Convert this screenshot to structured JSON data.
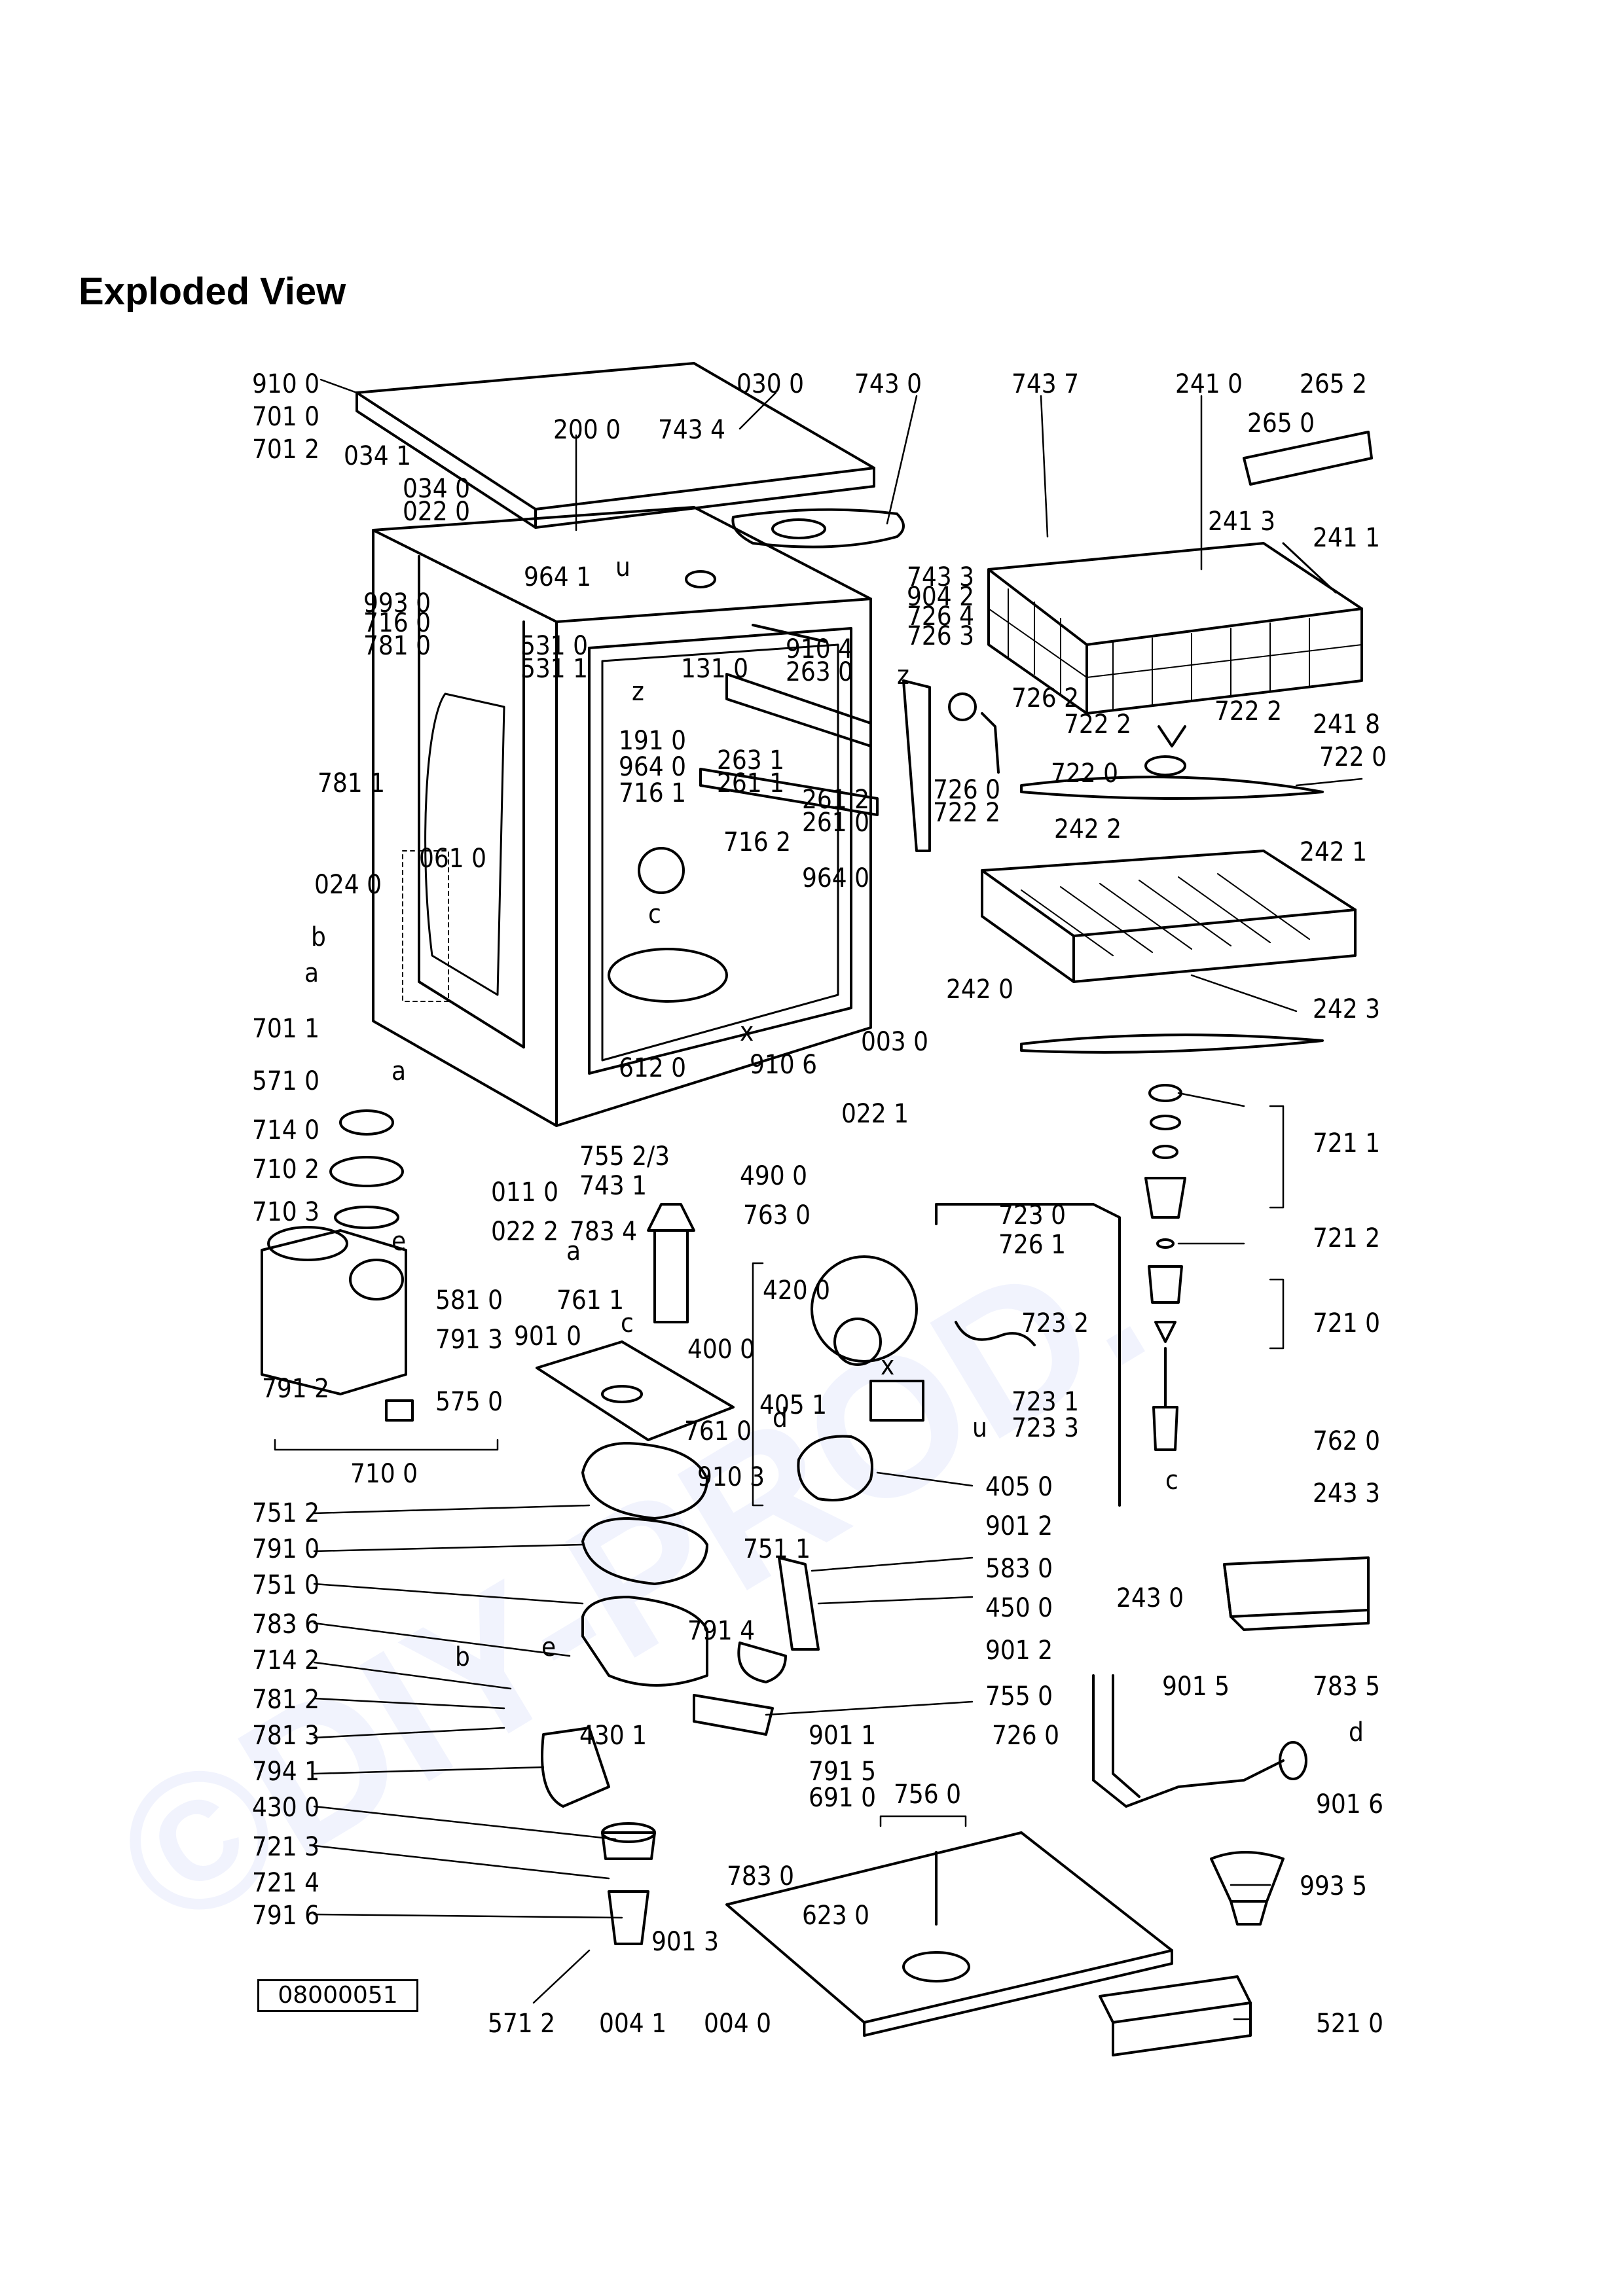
{
  "title": "Exploded View",
  "drawing_number": "08000051",
  "watermark": "©DIY-PROD.",
  "colors": {
    "ink": "#000000",
    "watermark": "#3c50dc"
  },
  "labels": [
    {
      "id": "l-910-0",
      "text": "910 0"
    },
    {
      "id": "l-701-0",
      "text": "701 0"
    },
    {
      "id": "l-034-1",
      "text": "034 1"
    },
    {
      "id": "l-701-2",
      "text": "701 2"
    },
    {
      "id": "l-030-0",
      "text": "030 0"
    },
    {
      "id": "l-743-0",
      "text": "743 0"
    },
    {
      "id": "l-743-7",
      "text": "743 7"
    },
    {
      "id": "l-241-0",
      "text": "241 0"
    },
    {
      "id": "l-265-2",
      "text": "265 2"
    },
    {
      "id": "l-200-0",
      "text": "200 0"
    },
    {
      "id": "l-743-4",
      "text": "743 4"
    },
    {
      "id": "l-265-0",
      "text": "265 0"
    },
    {
      "id": "l-034-0",
      "text": "034 0"
    },
    {
      "id": "l-022-0",
      "text": "022 0"
    },
    {
      "id": "l-241-3",
      "text": "241 3"
    },
    {
      "id": "l-241-1",
      "text": "241 1"
    },
    {
      "id": "l-743-3",
      "text": "743 3"
    },
    {
      "id": "l-964-1",
      "text": "964 1"
    },
    {
      "id": "l-904-2",
      "text": "904 2"
    },
    {
      "id": "l-993-0",
      "text": "993 0"
    },
    {
      "id": "l-726-4",
      "text": "726 4"
    },
    {
      "id": "l-716-0",
      "text": "716 0"
    },
    {
      "id": "l-726-3",
      "text": "726 3"
    },
    {
      "id": "l-781-0",
      "text": "781 0"
    },
    {
      "id": "l-531-0",
      "text": "531 0"
    },
    {
      "id": "l-910-4",
      "text": "910 4"
    },
    {
      "id": "l-131-0",
      "text": "131 0"
    },
    {
      "id": "l-531-1",
      "text": "531 1"
    },
    {
      "id": "l-263-0",
      "text": "263 0"
    },
    {
      "id": "l-726-2",
      "text": "726 2"
    },
    {
      "id": "l-722-2a",
      "text": "722 2"
    },
    {
      "id": "l-722-2b",
      "text": "722 2"
    },
    {
      "id": "l-241-8",
      "text": "241 8"
    },
    {
      "id": "l-781-1",
      "text": "781 1"
    },
    {
      "id": "l-191-0",
      "text": "191 0"
    },
    {
      "id": "l-263-1",
      "text": "263 1"
    },
    {
      "id": "l-722-0a",
      "text": "722 0"
    },
    {
      "id": "l-722-0b",
      "text": "722 0"
    },
    {
      "id": "l-964-0a",
      "text": "964 0"
    },
    {
      "id": "l-261-1",
      "text": "261 1"
    },
    {
      "id": "l-716-1",
      "text": "716 1"
    },
    {
      "id": "l-261-2",
      "text": "261 2"
    },
    {
      "id": "l-726-0a",
      "text": "726 0"
    },
    {
      "id": "l-261-0",
      "text": "261 0"
    },
    {
      "id": "l-722-2c",
      "text": "722 2"
    },
    {
      "id": "l-716-2",
      "text": "716 2"
    },
    {
      "id": "l-242-2",
      "text": "242 2"
    },
    {
      "id": "l-242-1",
      "text": "242 1"
    },
    {
      "id": "l-061-0",
      "text": "061 0"
    },
    {
      "id": "l-024-0",
      "text": "024 0"
    },
    {
      "id": "l-964-0b",
      "text": "964 0"
    },
    {
      "id": "l-242-0",
      "text": "242 0"
    },
    {
      "id": "l-242-3",
      "text": "242 3"
    },
    {
      "id": "l-701-1",
      "text": "701 1"
    },
    {
      "id": "l-003-0",
      "text": "003 0"
    },
    {
      "id": "l-571-0",
      "text": "571 0"
    },
    {
      "id": "l-612-0",
      "text": "612 0"
    },
    {
      "id": "l-910-6",
      "text": "910 6"
    },
    {
      "id": "l-022-1",
      "text": "022 1"
    },
    {
      "id": "l-714-0",
      "text": "714 0"
    },
    {
      "id": "l-721-1",
      "text": "721 1"
    },
    {
      "id": "l-755-23",
      "text": "755 2/3"
    },
    {
      "id": "l-710-2",
      "text": "710 2"
    },
    {
      "id": "l-011-0",
      "text": "011 0"
    },
    {
      "id": "l-743-1",
      "text": "743 1"
    },
    {
      "id": "l-490-0",
      "text": "490 0"
    },
    {
      "id": "l-710-3",
      "text": "710 3"
    },
    {
      "id": "l-022-2",
      "text": "022 2"
    },
    {
      "id": "l-783-4",
      "text": "783 4"
    },
    {
      "id": "l-763-0",
      "text": "763 0"
    },
    {
      "id": "l-723-0",
      "text": "723 0"
    },
    {
      "id": "l-721-2",
      "text": "721 2"
    },
    {
      "id": "l-726-1",
      "text": "726 1"
    },
    {
      "id": "l-761-1",
      "text": "761 1"
    },
    {
      "id": "l-420-0",
      "text": "420 0"
    },
    {
      "id": "l-581-0",
      "text": "581 0"
    },
    {
      "id": "l-901-0",
      "text": "901 0"
    },
    {
      "id": "l-723-2",
      "text": "723 2"
    },
    {
      "id": "l-721-0",
      "text": "721 0"
    },
    {
      "id": "l-791-3",
      "text": "791 3"
    },
    {
      "id": "l-400-0",
      "text": "400 0"
    },
    {
      "id": "l-791-2",
      "text": "791 2"
    },
    {
      "id": "l-575-0",
      "text": "575 0"
    },
    {
      "id": "l-723-1",
      "text": "723 1"
    },
    {
      "id": "l-405-1",
      "text": "405 1"
    },
    {
      "id": "l-723-3",
      "text": "723 3"
    },
    {
      "id": "l-761-0",
      "text": "761 0"
    },
    {
      "id": "l-762-0",
      "text": "762 0"
    },
    {
      "id": "l-710-0",
      "text": "710 0"
    },
    {
      "id": "l-910-3",
      "text": "910 3"
    },
    {
      "id": "l-405-0",
      "text": "405 0"
    },
    {
      "id": "l-243-3",
      "text": "243 3"
    },
    {
      "id": "l-751-2",
      "text": "751 2"
    },
    {
      "id": "l-901-2a",
      "text": "901 2"
    },
    {
      "id": "l-751-1",
      "text": "751 1"
    },
    {
      "id": "l-791-0",
      "text": "791 0"
    },
    {
      "id": "l-583-0",
      "text": "583 0"
    },
    {
      "id": "l-243-0",
      "text": "243 0"
    },
    {
      "id": "l-751-0",
      "text": "751 0"
    },
    {
      "id": "l-450-0",
      "text": "450 0"
    },
    {
      "id": "l-783-6",
      "text": "783 6"
    },
    {
      "id": "l-791-4",
      "text": "791 4"
    },
    {
      "id": "l-714-2",
      "text": "714 2"
    },
    {
      "id": "l-901-2b",
      "text": "901 2"
    },
    {
      "id": "l-901-5",
      "text": "901 5"
    },
    {
      "id": "l-783-5",
      "text": "783 5"
    },
    {
      "id": "l-781-2",
      "text": "781 2"
    },
    {
      "id": "l-755-0",
      "text": "755 0"
    },
    {
      "id": "l-781-3",
      "text": "781 3"
    },
    {
      "id": "l-430-1",
      "text": "430 1"
    },
    {
      "id": "l-901-1",
      "text": "901 1"
    },
    {
      "id": "l-726-0b",
      "text": "726 0"
    },
    {
      "id": "l-794-1",
      "text": "794 1"
    },
    {
      "id": "l-791-5",
      "text": "791 5"
    },
    {
      "id": "l-430-0",
      "text": "430 0"
    },
    {
      "id": "l-691-0",
      "text": "691 0"
    },
    {
      "id": "l-901-6",
      "text": "901 6"
    },
    {
      "id": "l-721-3",
      "text": "721 3"
    },
    {
      "id": "l-756-0",
      "text": "756 0"
    },
    {
      "id": "l-721-4",
      "text": "721 4"
    },
    {
      "id": "l-783-0",
      "text": "783 0"
    },
    {
      "id": "l-993-5",
      "text": "993 5"
    },
    {
      "id": "l-791-6",
      "text": "791 6"
    },
    {
      "id": "l-623-0",
      "text": "623 0"
    },
    {
      "id": "l-901-3",
      "text": "901 3"
    },
    {
      "id": "l-571-2",
      "text": "571 2"
    },
    {
      "id": "l-004-1",
      "text": "004 1"
    },
    {
      "id": "l-004-0",
      "text": "004 0"
    },
    {
      "id": "l-521-0",
      "text": "521 0"
    }
  ],
  "letters": [
    {
      "id": "k-u1",
      "text": "u"
    },
    {
      "id": "k-z1",
      "text": "z"
    },
    {
      "id": "k-z2",
      "text": "z"
    },
    {
      "id": "k-c1",
      "text": "c"
    },
    {
      "id": "k-b1",
      "text": "b"
    },
    {
      "id": "k-a1",
      "text": "a"
    },
    {
      "id": "k-a2",
      "text": "a"
    },
    {
      "id": "k-x1",
      "text": "x"
    },
    {
      "id": "k-e1",
      "text": "e"
    },
    {
      "id": "k-a3",
      "text": "a"
    },
    {
      "id": "k-c2",
      "text": "c"
    },
    {
      "id": "k-x2",
      "text": "x"
    },
    {
      "id": "k-d1",
      "text": "d"
    },
    {
      "id": "k-u2",
      "text": "u"
    },
    {
      "id": "k-c3",
      "text": "c"
    },
    {
      "id": "k-b2",
      "text": "b"
    },
    {
      "id": "k-e2",
      "text": "e"
    },
    {
      "id": "k-d2",
      "text": "d"
    }
  ]
}
